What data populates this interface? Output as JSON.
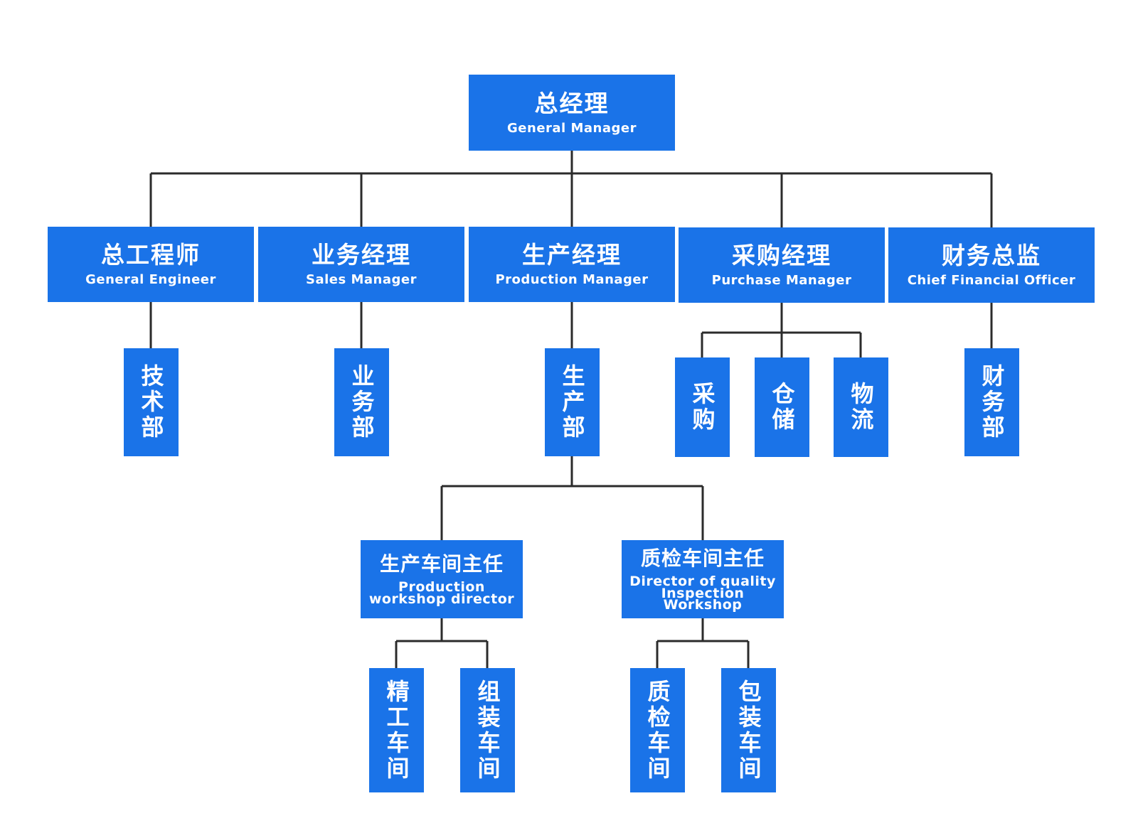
{
  "org": {
    "root": {
      "zh": "总经理",
      "en": "General Manager"
    },
    "managers": [
      {
        "zh": "总工程师",
        "en": "General Engineer"
      },
      {
        "zh": "业务经理",
        "en": "Sales Manager"
      },
      {
        "zh": "生产经理",
        "en": "Production Manager"
      },
      {
        "zh": "采购经理",
        "en": "Purchase Manager"
      },
      {
        "zh": "财务总监",
        "en": "Chief Financial Officer"
      }
    ],
    "departments": {
      "tech": "技术部",
      "sales": "业务部",
      "production": "生产部",
      "purchase": "采购",
      "storage": "仓储",
      "logistics": "物流",
      "finance": "财务部"
    },
    "directors": [
      {
        "zh": "生产车间主任",
        "en": "Production workshop director"
      },
      {
        "zh": "质检车间主任",
        "en": "Director of quality Inspection Workshop"
      }
    ],
    "workshops": [
      "精工车间",
      "组装车间",
      "质检车间",
      "包装车间"
    ]
  },
  "colors": {
    "node": "#1a73e8",
    "node_text": "#ffffff",
    "connector": "#2b2b2b"
  }
}
